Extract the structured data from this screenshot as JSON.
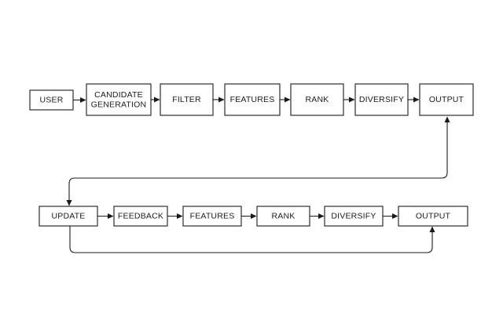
{
  "diagram": {
    "row1": [
      {
        "id": "user",
        "label": "USER"
      },
      {
        "id": "candidate-generation",
        "label": "CANDIDATE\nGENERATION"
      },
      {
        "id": "filter",
        "label": "FILTER"
      },
      {
        "id": "features-1",
        "label": "FEATURES"
      },
      {
        "id": "rank-1",
        "label": "RANK"
      },
      {
        "id": "diversify-1",
        "label": "DIVERSIFY"
      },
      {
        "id": "output-1",
        "label": "OUTPUT"
      }
    ],
    "row2": [
      {
        "id": "update",
        "label": "UPDATE"
      },
      {
        "id": "feedback",
        "label": "FEEDBACK"
      },
      {
        "id": "features-2",
        "label": "FEATURES"
      },
      {
        "id": "rank-2",
        "label": "RANK"
      },
      {
        "id": "diversify-2",
        "label": "DIVERSIFY"
      },
      {
        "id": "output-2",
        "label": "OUTPUT"
      }
    ],
    "edges": [
      {
        "from": "user",
        "to": "candidate-generation"
      },
      {
        "from": "candidate-generation",
        "to": "filter"
      },
      {
        "from": "filter",
        "to": "features-1"
      },
      {
        "from": "features-1",
        "to": "rank-1"
      },
      {
        "from": "rank-1",
        "to": "diversify-1"
      },
      {
        "from": "diversify-1",
        "to": "output-1"
      },
      {
        "from": "output-1",
        "to": "update"
      },
      {
        "from": "update",
        "to": "feedback"
      },
      {
        "from": "feedback",
        "to": "features-2"
      },
      {
        "from": "features-2",
        "to": "rank-2"
      },
      {
        "from": "rank-2",
        "to": "diversify-2"
      },
      {
        "from": "diversify-2",
        "to": "output-2"
      },
      {
        "from": "update",
        "to": "output-2"
      }
    ]
  }
}
